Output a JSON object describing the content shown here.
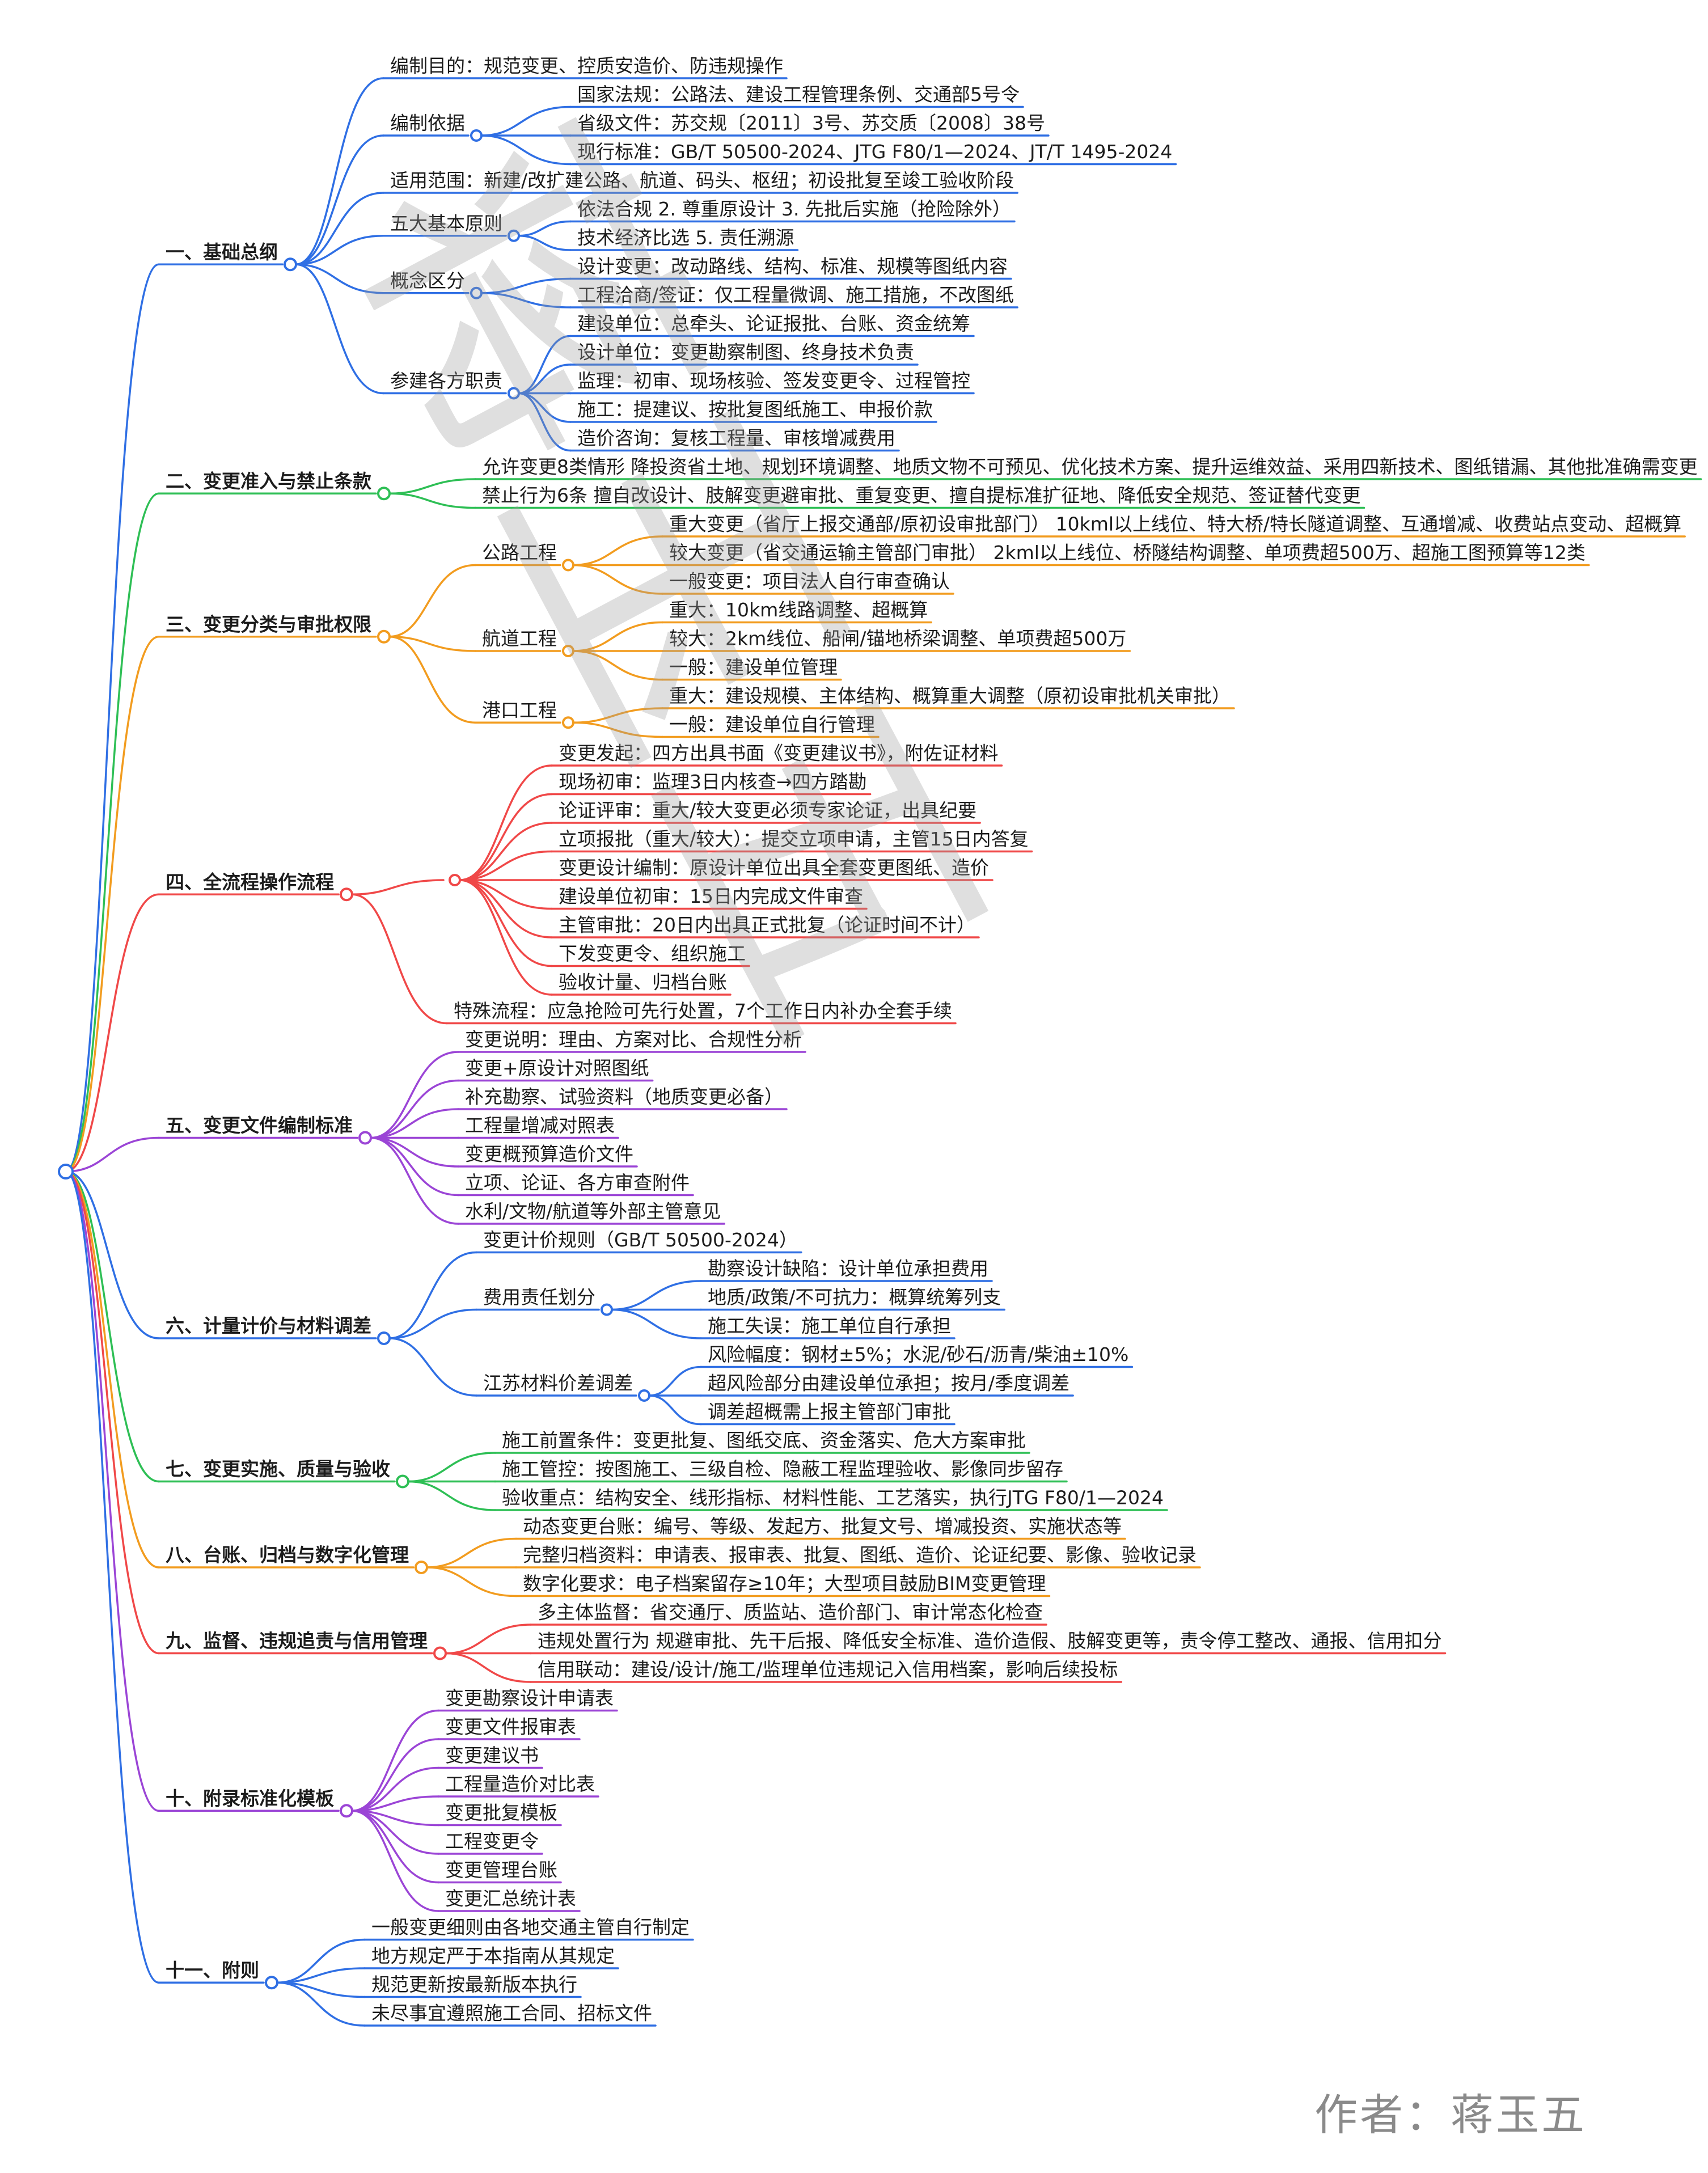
{
  "author_label": "作者：蒋玉五",
  "watermark": "蒋玉五",
  "colors": {
    "blue": "#2f6fe4",
    "green": "#2ebf55",
    "orange": "#f29c1f",
    "red": "#f04848",
    "purple": "#9b45d6",
    "text": "#1c1c1c"
  },
  "tree": [
    {
      "label": "一、基础总纲",
      "color": "blue",
      "children": [
        {
          "label": "编制目的：规范变更、控质安造价、防违规操作"
        },
        {
          "label": "编制依据",
          "children": [
            {
              "label": "国家法规：公路法、建设工程管理条例、交通部5号令"
            },
            {
              "label": "省级文件：苏交规〔2011〕3号、苏交质〔2008〕38号"
            },
            {
              "label": "现行标准：GB/T 50500-2024、JTG F80/1—2024、JT/T 1495-2024"
            }
          ]
        },
        {
          "label": "适用范围：新建/改扩建公路、航道、码头、枢纽；初设批复至竣工验收阶段"
        },
        {
          "label": "五大基本原则",
          "children": [
            {
              "label": "依法合规 2. 尊重原设计 3. 先批后实施（抢险除外）"
            },
            {
              "label": "技术经济比选 5. 责任溯源"
            }
          ]
        },
        {
          "label": "概念区分",
          "children": [
            {
              "label": "设计变更：改动路线、结构、标准、规模等图纸内容"
            },
            {
              "label": "工程洽商/签证：仅工程量微调、施工措施，不改图纸"
            }
          ]
        },
        {
          "label": "参建各方职责",
          "children": [
            {
              "label": "建设单位：总牵头、论证报批、台账、资金统筹"
            },
            {
              "label": "设计单位：变更勘察制图、终身技术负责"
            },
            {
              "label": "监理：初审、现场核验、签发变更令、过程管控"
            },
            {
              "label": "施工：提建议、按批复图纸施工、申报价款"
            },
            {
              "label": "造价咨询：复核工程量、审核增减费用"
            }
          ]
        }
      ]
    },
    {
      "label": "二、变更准入与禁止条款",
      "color": "green",
      "children": [
        {
          "label": "允许变更8类情形 降投资省土地、规划环境调整、地质文物不可预见、优化技术方案、提升运维效益、采用四新技术、图纸错漏、其他批准确需变更"
        },
        {
          "label": "禁止行为6条 擅自改设计、肢解变更避审批、重复变更、擅自提标准扩征地、降低安全规范、签证替代变更"
        }
      ]
    },
    {
      "label": "三、变更分类与审批权限",
      "color": "orange",
      "children": [
        {
          "label": "公路工程",
          "children": [
            {
              "label": "重大变更（省厅上报交通部/原初设审批部门） 10kml以上线位、特大桥/特长隧道调整、互通增减、收费站点变动、超概算"
            },
            {
              "label": "较大变更（省交通运输主管部门审批） 2kml以上线位、桥隧结构调整、单项费超500万、超施工图预算等12类"
            },
            {
              "label": "一般变更：项目法人自行审查确认"
            }
          ]
        },
        {
          "label": "航道工程",
          "children": [
            {
              "label": "重大：10km线路调整、超概算"
            },
            {
              "label": "较大：2km线位、船闸/锚地桥梁调整、单项费超500万"
            },
            {
              "label": "一般：建设单位管理"
            }
          ]
        },
        {
          "label": "港口工程",
          "children": [
            {
              "label": "重大：建设规模、主体结构、概算重大调整（原初设审批机关审批）"
            },
            {
              "label": "一般：建设单位自行管理"
            }
          ]
        }
      ]
    },
    {
      "label": "四、全流程操作流程",
      "color": "red",
      "children": [
        {
          "label": "",
          "children": [
            {
              "label": "变更发起：四方出具书面《变更建议书》，附佐证材料"
            },
            {
              "label": "现场初审：监理3日内核查→四方踏勘"
            },
            {
              "label": "论证评审：重大/较大变更必须专家论证，出具纪要"
            },
            {
              "label": "立项报批（重大/较大）：提交立项申请，主管15日内答复"
            },
            {
              "label": "变更设计编制：原设计单位出具全套变更图纸、造价"
            },
            {
              "label": "建设单位初审：15日内完成文件审查"
            },
            {
              "label": "主管审批：20日内出具正式批复（论证时间不计）"
            },
            {
              "label": "下发变更令、组织施工"
            },
            {
              "label": "验收计量、归档台账"
            }
          ]
        },
        {
          "label": "特殊流程：应急抢险可先行处置，7个工作日内补办全套手续"
        }
      ]
    },
    {
      "label": "五、变更文件编制标准",
      "color": "purple",
      "children": [
        {
          "label": "变更说明：理由、方案对比、合规性分析"
        },
        {
          "label": "变更+原设计对照图纸"
        },
        {
          "label": "补充勘察、试验资料（地质变更必备）"
        },
        {
          "label": "工程量增减对照表"
        },
        {
          "label": "变更概预算造价文件"
        },
        {
          "label": "立项、论证、各方审查附件"
        },
        {
          "label": "水利/文物/航道等外部主管意见"
        }
      ]
    },
    {
      "label": "六、计量计价与材料调差",
      "color": "blue",
      "children": [
        {
          "label": "变更计价规则（GB/T 50500-2024）"
        },
        {
          "label": "费用责任划分",
          "children": [
            {
              "label": "勘察设计缺陷：设计单位承担费用"
            },
            {
              "label": "地质/政策/不可抗力：概算统筹列支"
            },
            {
              "label": "施工失误：施工单位自行承担"
            }
          ]
        },
        {
          "label": "江苏材料价差调差",
          "children": [
            {
              "label": "风险幅度：钢材±5%；水泥/砂石/沥青/柴油±10%"
            },
            {
              "label": "超风险部分由建设单位承担；按月/季度调差"
            },
            {
              "label": "调差超概需上报主管部门审批"
            }
          ]
        }
      ]
    },
    {
      "label": "七、变更实施、质量与验收",
      "color": "green",
      "children": [
        {
          "label": "施工前置条件：变更批复、图纸交底、资金落实、危大方案审批"
        },
        {
          "label": "施工管控：按图施工、三级自检、隐蔽工程监理验收、影像同步留存"
        },
        {
          "label": "验收重点：结构安全、线形指标、材料性能、工艺落实，执行JTG F80/1—2024"
        }
      ]
    },
    {
      "label": "八、台账、归档与数字化管理",
      "color": "orange",
      "children": [
        {
          "label": "动态变更台账：编号、等级、发起方、批复文号、增减投资、实施状态等"
        },
        {
          "label": "完整归档资料：申请表、报审表、批复、图纸、造价、论证纪要、影像、验收记录"
        },
        {
          "label": "数字化要求：电子档案留存≥10年；大型项目鼓励BIM变更管理"
        }
      ]
    },
    {
      "label": "九、监督、违规追责与信用管理",
      "color": "red",
      "children": [
        {
          "label": "多主体监督：省交通厅、质监站、造价部门、审计常态化检查"
        },
        {
          "label": "违规处置行为 规避审批、先干后报、降低安全标准、造价造假、肢解变更等，责令停工整改、通报、信用扣分"
        },
        {
          "label": "信用联动：建设/设计/施工/监理单位违规记入信用档案，影响后续投标"
        }
      ]
    },
    {
      "label": "十、附录标准化模板",
      "color": "purple",
      "children": [
        {
          "label": "变更勘察设计申请表"
        },
        {
          "label": "变更文件报审表"
        },
        {
          "label": "变更建议书"
        },
        {
          "label": "工程量造价对比表"
        },
        {
          "label": "变更批复模板"
        },
        {
          "label": "工程变更令"
        },
        {
          "label": "变更管理台账"
        },
        {
          "label": "变更汇总统计表"
        }
      ]
    },
    {
      "label": "十一、附则",
      "color": "blue",
      "children": [
        {
          "label": "一般变更细则由各地交通主管自行制定"
        },
        {
          "label": "地方规定严于本指南从其规定"
        },
        {
          "label": "规范更新按最新版本执行"
        },
        {
          "label": "未尽事宜遵照施工合同、招标文件"
        }
      ]
    }
  ]
}
